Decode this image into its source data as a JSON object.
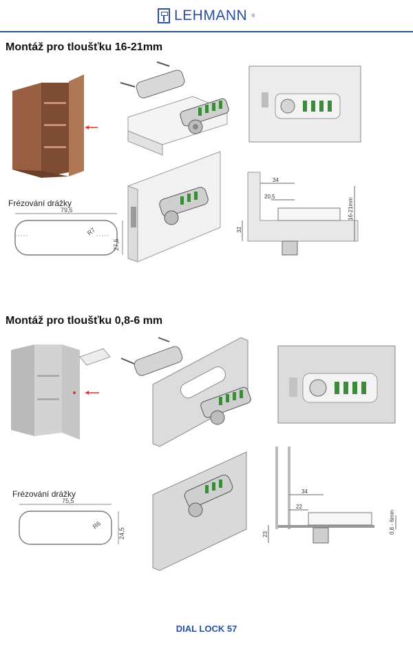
{
  "header": {
    "brand": "LEHMANN",
    "registered": "®"
  },
  "section1": {
    "title": "Montáž pro tloušťku 16-21mm",
    "milling_label": "Frézování drážky",
    "dims": {
      "length": "79,5",
      "radius": "R7",
      "height": "27,5",
      "d34": "34",
      "d205": "20,5",
      "d32": "32",
      "thickness": "16-21mm"
    }
  },
  "section2": {
    "title": "Montáž pro tloušťku 0,8-6 mm",
    "milling_label": "Frézování drážky",
    "dims": {
      "length": "75,5",
      "radius": "R6",
      "height": "24,5",
      "d34": "34",
      "d22": "22",
      "d23": "23",
      "thickness": "0,8 - 6mm"
    }
  },
  "footer": {
    "product": "DIAL LOCK 57"
  },
  "colors": {
    "brand": "#2b4f9e",
    "wood": "#a0674a",
    "arrow": "#e0312b",
    "dial_green": "#3c8a3a"
  }
}
